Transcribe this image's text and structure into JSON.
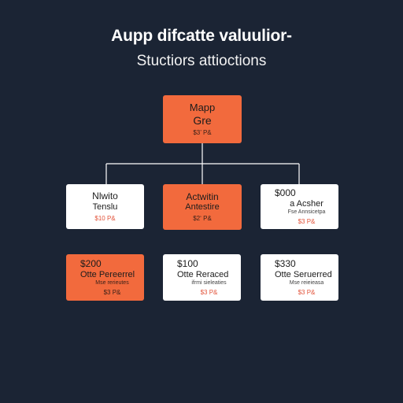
{
  "title": "Aupp difcatte valuulior-",
  "subtitle": "Stuctiors attioctions",
  "colors": {
    "background": "#1b2434",
    "accent": "#f26a3d",
    "card": "#ffffff",
    "line": "#ffffff"
  },
  "root": {
    "line1": "Mapp",
    "line2": "Gre",
    "value": "$3’ P&"
  },
  "level2": [
    {
      "line1": "Nlwito",
      "line2": "Tenslu",
      "value": "$10 P&"
    },
    {
      "line1": "Actwitin",
      "line2": "Antestire",
      "value": "$2‘ P&"
    },
    {
      "line1": "$000",
      "line2": "a Acsher",
      "sub": "Fse Annsicetpa",
      "value": "$3 P&"
    }
  ],
  "level3": [
    {
      "line1": "$200",
      "line2": "Otte Pereerrel",
      "sub": "Mse rerieutes",
      "value": "$3 P&"
    },
    {
      "line1": "$100",
      "line2": "Otte Reraced",
      "sub": "ifrmi sieleaties",
      "value": "$3 P&"
    },
    {
      "line1": "$330",
      "line2": "Otte Seruerred",
      "sub": "Mse reieieasa",
      "value": "$3 P&"
    }
  ]
}
